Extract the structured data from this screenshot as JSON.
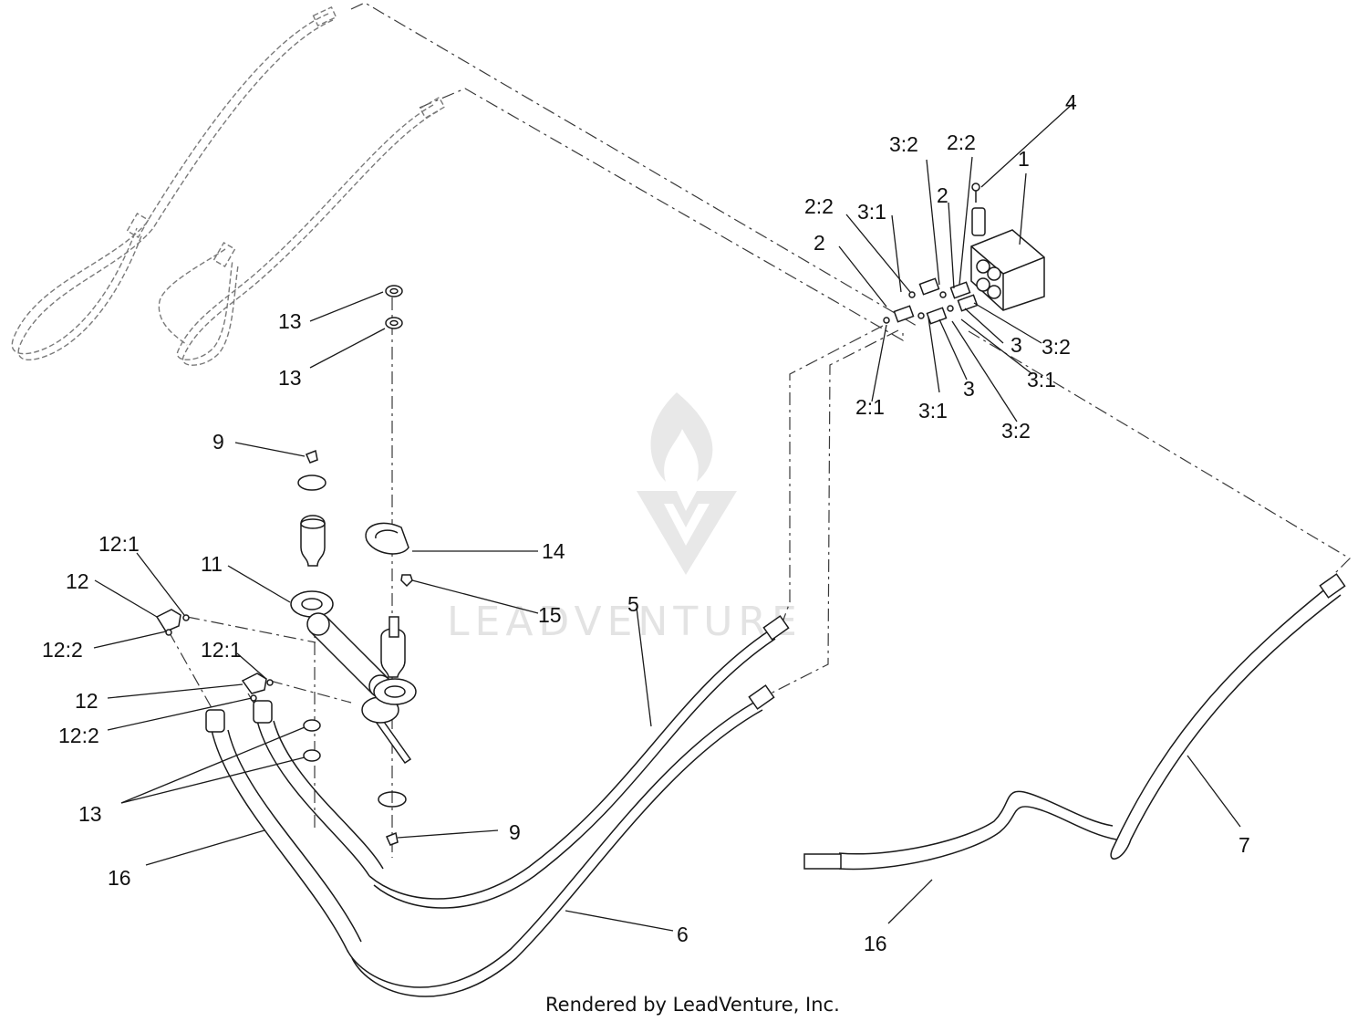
{
  "footer": {
    "text": "Rendered by LeadVenture, Inc."
  },
  "watermark": {
    "text": "LEADVENTURE",
    "color": "#e3e3e3"
  },
  "colors": {
    "line": "#1a1a1a",
    "ghost": "#7a7a7a",
    "hose_fill": "#f7f7f7"
  },
  "callouts": {
    "c1": "1",
    "c2a": "2",
    "c2b": "2",
    "c2_2a": "2:2",
    "c2_2b": "2:2",
    "c2_1": "2:1",
    "c3a": "3",
    "c3b": "3",
    "c3_2a": "3:2",
    "c3_2b": "3:2",
    "c3_2c": "3:2",
    "c3_1a": "3:1",
    "c3_1b": "3:1",
    "c3_1c": "3:1",
    "c4": "4",
    "c5": "5",
    "c6": "6",
    "c7": "7",
    "c9a": "9",
    "c9b": "9",
    "c11": "11",
    "c12a": "12",
    "c12b": "12",
    "c12_1a": "12:1",
    "c12_1b": "12:1",
    "c12_2a": "12:2",
    "c12_2b": "12:2",
    "c13a": "13",
    "c13b": "13",
    "c13c": "13",
    "c14": "14",
    "c15": "15",
    "c16a": "16",
    "c16b": "16"
  }
}
